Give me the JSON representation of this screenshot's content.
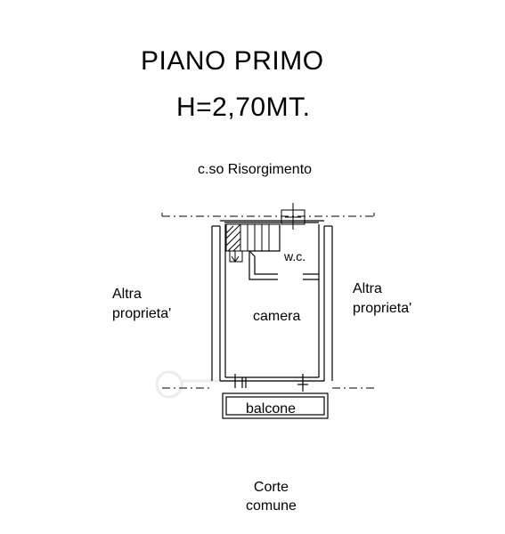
{
  "title": {
    "line1": "PIANO PRIMO",
    "line2": "H=2,70MT."
  },
  "street_label": "c.so Risorgimento",
  "neighbors": {
    "left": [
      "Altra",
      "proprieta'"
    ],
    "right": [
      "Altra",
      "proprieta'"
    ]
  },
  "rooms": {
    "wc": "w.c.",
    "camera": "camera",
    "balcone": "balcone"
  },
  "courtyard": [
    "Corte",
    "comune"
  ],
  "colors": {
    "line": "#000000",
    "watermark": "#eeeeee"
  }
}
